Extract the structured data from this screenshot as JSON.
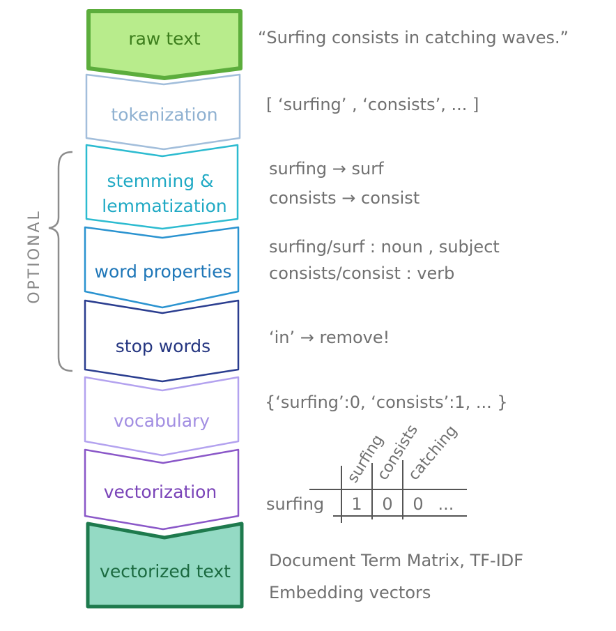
{
  "stages": [
    {
      "label": "raw text",
      "stroke": "#5cad3c",
      "fill": "#b8ec8c",
      "text_color": "#3c7d1c"
    },
    {
      "label": "tokenization",
      "stroke": "#a2bedb",
      "fill": "none",
      "text_color": "#8fb1d1"
    },
    {
      "label_lines": [
        "stemming &",
        "lemmatization"
      ],
      "stroke": "#2cbbd0",
      "fill": "none",
      "text_color": "#1fa9c4"
    },
    {
      "label": "word properties",
      "stroke": "#2a93d0",
      "fill": "none",
      "text_color": "#1f77b8"
    },
    {
      "label": "stop words",
      "stroke": "#2a3d8f",
      "fill": "none",
      "text_color": "#243580"
    },
    {
      "label": "vocabulary",
      "stroke": "#b3a2ef",
      "fill": "none",
      "text_color": "#a28ee2"
    },
    {
      "label": "vectorization",
      "stroke": "#8a57c8",
      "fill": "none",
      "text_color": "#7a44b8"
    },
    {
      "label": "vectorized text",
      "stroke": "#1e7a4d",
      "fill": "#94dac4",
      "text_color": "#1b6a40"
    }
  ],
  "optional_label": "OPTIONAL",
  "annotations": {
    "raw_text": "“Surfing consists in catching waves.”",
    "tokenization": "[ ‘surfing’ , ‘consists’, ... ]",
    "stemming": [
      "surfing → surf",
      "consists → consist"
    ],
    "word_properties": [
      "surfing/surf : noun , subject",
      "consists/consist : verb"
    ],
    "stop_words": "‘in’ → remove!",
    "vocabulary": "{‘surfing’:0, ‘consists’:1, ... }",
    "output": [
      "Document Term Matrix, TF-IDF",
      "Embedding vectors"
    ]
  },
  "matrix": {
    "columns": [
      "surfing",
      "consists",
      "catching"
    ],
    "row_label": "surfing",
    "values": [
      "1",
      "0",
      "0",
      "..."
    ]
  },
  "colors": {
    "annotation": "#707070",
    "brace": "#8c8c8c",
    "grid": "#555555"
  }
}
